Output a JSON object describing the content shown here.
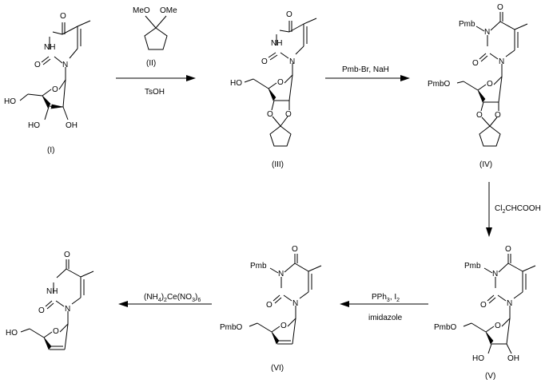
{
  "compounds": {
    "I": {
      "label": "(I)",
      "ho5": "HO",
      "ho3": "HO",
      "oh2": "OH",
      "nh": "NH",
      "n": "N",
      "o4": "O",
      "o2": "O",
      "o_ring": "O"
    },
    "II": {
      "label": "(II)",
      "meo1": "MeO",
      "ome2": "OMe"
    },
    "III": {
      "label": "(III)",
      "ho5": "HO",
      "nh": "NH",
      "n": "N",
      "o4": "O",
      "o2": "O",
      "o_ring": "O",
      "o_a": "O",
      "o_b": "O"
    },
    "IV": {
      "label": "(IV)",
      "pmb_n": "Pmb",
      "pmbo": "PmbO",
      "n3": "N",
      "n": "N",
      "o4": "O",
      "o2": "O",
      "o_ring": "O",
      "o_a": "O",
      "o_b": "O"
    },
    "V": {
      "label": "(V)",
      "pmb_n": "Pmb",
      "pmbo": "PmbO",
      "ho3": "HO",
      "oh2": "OH",
      "n3": "N",
      "n": "N",
      "o4": "O",
      "o2": "O",
      "o_ring": "O"
    },
    "VI": {
      "label": "(VI)",
      "pmb_n": "Pmb",
      "pmbo": "PmbO",
      "n3": "N",
      "n": "N",
      "o4": "O",
      "o2": "O",
      "o_ring": "O"
    },
    "VII": {
      "ho5": "HO",
      "nh": "NH",
      "n": "N",
      "o4": "O",
      "o2": "O",
      "o_ring": "O"
    }
  },
  "reactions": {
    "step1": {
      "below": "TsOH"
    },
    "step2": {
      "above": "Pmb-Br, NaH"
    },
    "step3": {
      "reagent": "Cl2CHCOOH",
      "reagent_main": "Cl",
      "reagent_sub": "2",
      "reagent_rest": "CHCOOH"
    },
    "step4": {
      "above": "PPh3, I2",
      "above_a": "PPh",
      "above_sub1": "3",
      "above_b": ", I",
      "above_sub2": "2",
      "below": "imidazole"
    },
    "step5": {
      "above": "(NH4)2Ce(NO3)6",
      "p1": "(NH",
      "s1": "4",
      "p2": ")",
      "s2": "2",
      "p3": "Ce(NO",
      "s3": "3",
      "p4": ")",
      "s4": "6"
    }
  }
}
